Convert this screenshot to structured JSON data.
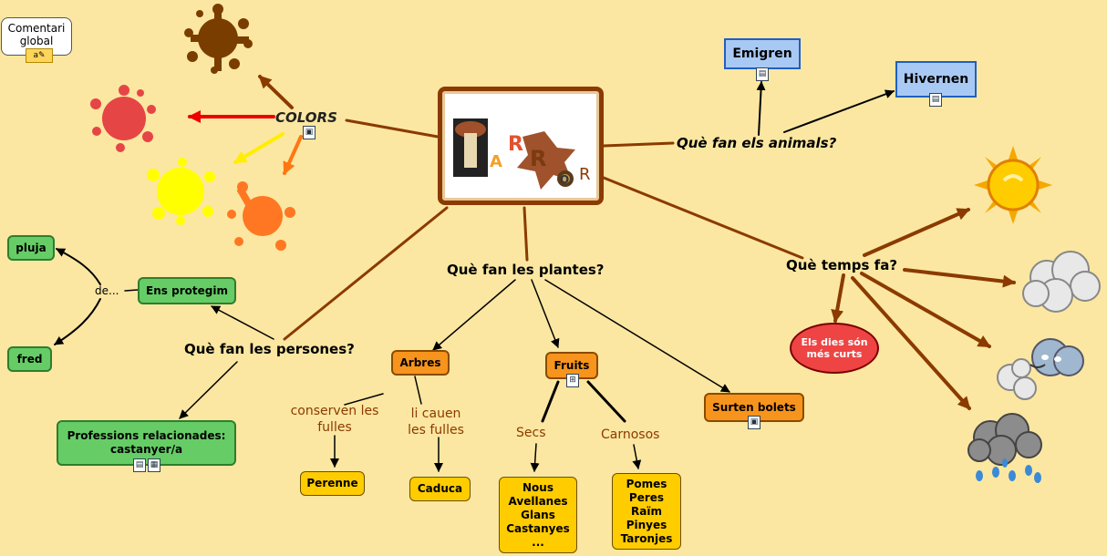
{
  "comment": {
    "line1": "Comentari",
    "line2": "global"
  },
  "center": {
    "letters": [
      "A",
      "R",
      "R",
      "O",
      "R"
    ]
  },
  "colors": {
    "label": "COLORS",
    "splash_colors": [
      "#7a3d00",
      "#e64545",
      "#ffff00",
      "#ff7722"
    ]
  },
  "animals": {
    "question": "Què fan els animals?",
    "emigren": "Emigren",
    "hivernen": "Hivernen"
  },
  "persones": {
    "question": "Què fan les persones?",
    "ens_protegim": "Ens protegim",
    "de": "de...",
    "pluja": "pluja",
    "fred": "fred",
    "professions": "Professions relacionades: castanyer/a"
  },
  "plantes": {
    "question": "Què fan les plantes?",
    "arbres": "Arbres",
    "conserven": "conserven les fulles",
    "cauen": "li cauen les fulles",
    "perenne": "Perenne",
    "caduca": "Caduca",
    "fruits": "Fruits",
    "secs": "Secs",
    "carnosos": "Carnosos",
    "secs_list": [
      "Nous",
      "Avellanes",
      "Glans",
      "Castanyes",
      "..."
    ],
    "carnosos_list": [
      "Pomes",
      "Peres",
      "Raïm",
      "Pinyes",
      "Taronjes"
    ],
    "bolets": "Surten bolets"
  },
  "temps": {
    "question": "Què temps fa?",
    "dies": "Els dies són més curts"
  },
  "icons": [
    "document-icon",
    "image-icon",
    "notes-icon",
    "video-icon",
    "sitemap-icon"
  ]
}
